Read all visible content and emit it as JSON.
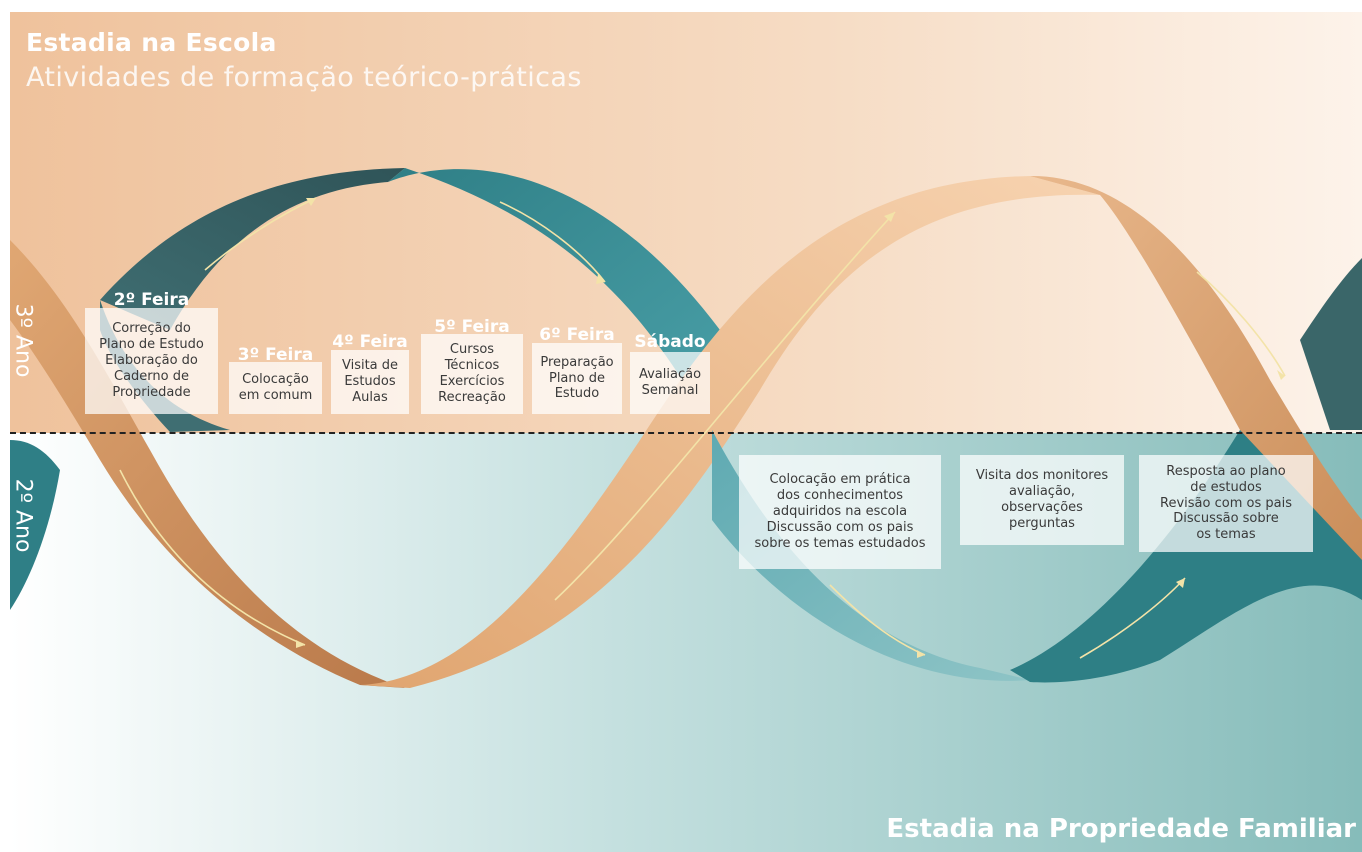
{
  "header": {
    "title": "Estadia na Escola",
    "subtitle": "Atividades de formação teórico-práticas"
  },
  "footer": {
    "title": "Estadia na Propriedade Familiar"
  },
  "years": {
    "top": "3º Ano",
    "bottom": "2º Ano"
  },
  "school_days": [
    {
      "day": "2º Feira",
      "lines": [
        "Correção do",
        "Plano de Estudo",
        "Elaboração do",
        "Caderno de",
        "Propriedade"
      ]
    },
    {
      "day": "3º Feira",
      "lines": [
        "Colocação",
        "em comum"
      ]
    },
    {
      "day": "4º Feira",
      "lines": [
        "Visita de",
        "Estudos",
        "Aulas"
      ]
    },
    {
      "day": "5º Feira",
      "lines": [
        "Cursos",
        "Técnicos",
        "Exercícios",
        "Recreação"
      ]
    },
    {
      "day": "6º Feira",
      "lines": [
        "Preparação",
        "Plano de",
        "Estudo"
      ]
    },
    {
      "day": "Sábado",
      "lines": [
        "Avaliação",
        "Semanal"
      ]
    }
  ],
  "home_items": [
    {
      "lines": [
        "Colocação em prática",
        "dos conhecimentos",
        "adquiridos na escola",
        "Discussão com os pais",
        "sobre os temas estudados"
      ]
    },
    {
      "lines": [
        "Visita dos monitores",
        "avaliação,",
        "observações",
        "perguntas"
      ]
    },
    {
      "lines": [
        "Resposta ao plano",
        "de estudos",
        "Revisão com os pais",
        "Discussão sobre",
        "os temas"
      ]
    }
  ],
  "colors": {
    "school_bg": "#f0c9a6",
    "home_bg": "#8fbfbd",
    "ribbon_orange": "#d9a06c",
    "ribbon_teal": "#3a8c95",
    "ribbon_dark": "#355a5e"
  }
}
